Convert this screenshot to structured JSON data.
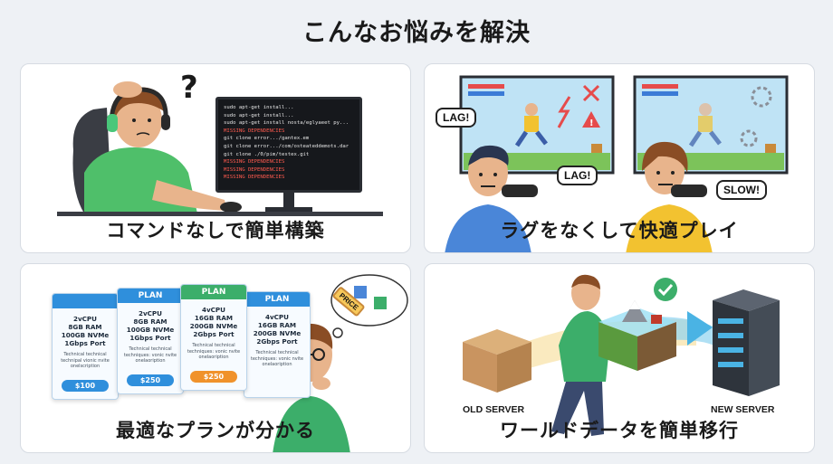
{
  "title": "こんなお悩みを解決",
  "cards": [
    {
      "caption": "コマンドなしで簡単構築",
      "terminal_lines": [
        {
          "text": "sudo apt-get install...",
          "error": false
        },
        {
          "text": "sudo apt-get install...",
          "error": false
        },
        {
          "text": "sudo apt-get install nosta/eglyaeet py...",
          "error": false
        },
        {
          "text": "MISSING DEPENDENCIES",
          "error": true
        },
        {
          "text": "git clone error.../gantex.em",
          "error": false
        },
        {
          "text": "git clone error.../com/osteateddemots.dar",
          "error": false
        },
        {
          "text": "git clone ./0/pim/testex.git",
          "error": false
        },
        {
          "text": "MISSING DEPENDENCIES",
          "error": true
        },
        {
          "text": "MISSING DEPENDENCIES",
          "error": true
        },
        {
          "text": "MISSING DEPENDENCIES",
          "error": true
        }
      ],
      "question_mark": "?"
    },
    {
      "caption": "ラグをなくして快適プレイ",
      "bubbles": {
        "lag1": "LAG!",
        "lag2": "LAG!",
        "slow": "SLOW!"
      }
    },
    {
      "caption": "最適なプランが分かる",
      "plans": [
        {
          "header": "",
          "specs": [
            "2vCPU",
            "8GB RAM",
            "100GB NVMe",
            "1Gbps Port"
          ],
          "desc": "Technical technical technipal vionic nvite onelscription",
          "price": "$100",
          "color": "#2f8fdc"
        },
        {
          "header": "PLAN",
          "specs": [
            "2vCPU",
            "8GB RAM",
            "100GB NVMe",
            "1Gbps Port"
          ],
          "desc": "Technical technical techniques: vonic nvite onelaoription",
          "price": "$250",
          "color": "#2f8fdc"
        },
        {
          "header": "PLAN",
          "specs": [
            "4vCPU",
            "16GB RAM",
            "200GB NVMe",
            "2Gbps Port"
          ],
          "desc": "Technical technical techniques: vonic nvite onelaoription",
          "price": "$250",
          "color": "#3cae6a"
        },
        {
          "header": "PLAN",
          "specs": [
            "4vCPU",
            "16GB RAM",
            "200GB NVMe",
            "2Gbps Port"
          ],
          "desc": "Technical technical techniques: vonic nvite onelaoription",
          "price": "",
          "color": "#2f8fdc"
        }
      ],
      "price_tag": "PRICE",
      "third_price_color": "#f0922b"
    },
    {
      "caption": "ワールドデータを簡単移行",
      "old_server": "OLD SERVER",
      "new_server": "NEW SERVER"
    }
  ],
  "colors": {
    "accent_green": "#3cae6a",
    "accent_blue": "#2f8fdc",
    "error_red": "#ff5a4e"
  }
}
